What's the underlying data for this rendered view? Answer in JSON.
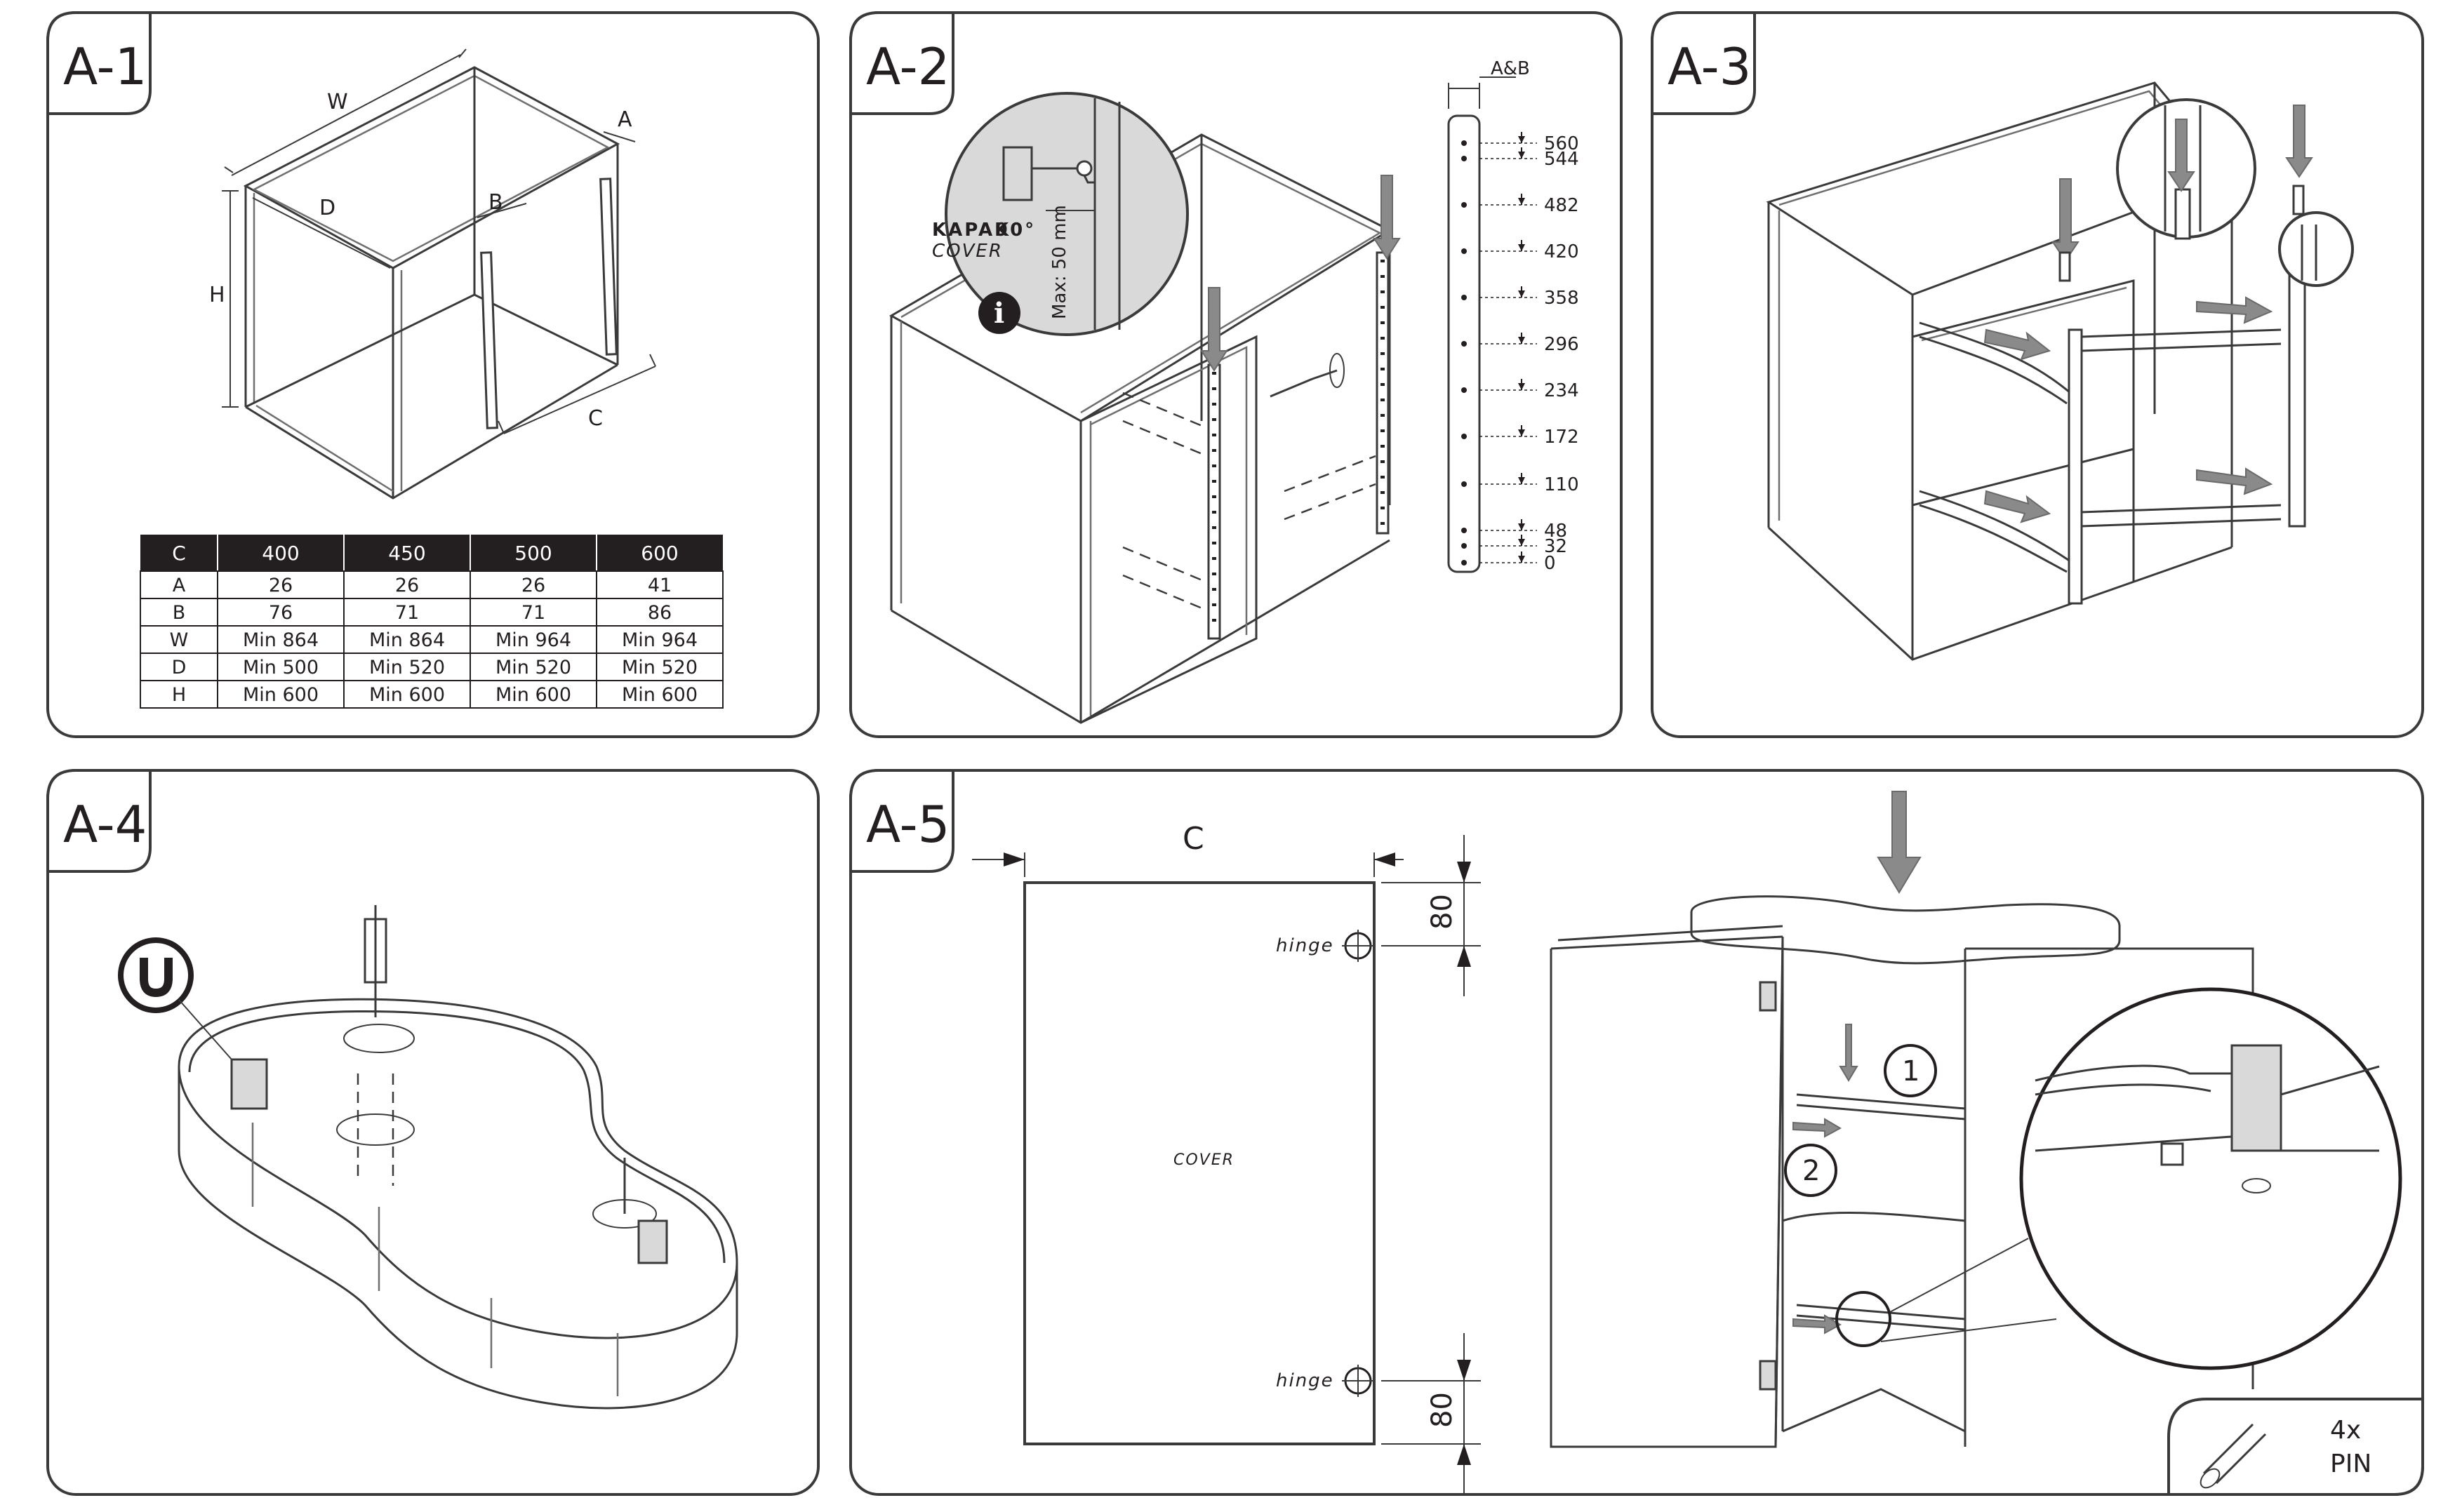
{
  "panels": [
    {
      "id": "A-1",
      "badge": "A-1"
    },
    {
      "id": "A-2",
      "badge": "A-2"
    },
    {
      "id": "A-3",
      "badge": "A-3"
    },
    {
      "id": "A-4",
      "badge": "A-4"
    },
    {
      "id": "A-5",
      "badge": "A-5"
    }
  ],
  "a1": {
    "dimension_letters": {
      "W": "W",
      "D": "D",
      "H": "H",
      "A": "A",
      "B": "B",
      "C": "C"
    },
    "table": {
      "header": [
        "C",
        "400",
        "450",
        "500",
        "600"
      ],
      "rows": [
        [
          "A",
          "26",
          "26",
          "26",
          "41"
        ],
        [
          "B",
          "76",
          "71",
          "71",
          "86"
        ],
        [
          "W",
          "Min 864",
          "Min 864",
          "Min 964",
          "Min 964"
        ],
        [
          "D",
          "Min 500",
          "Min 520",
          "Min 520",
          "Min 520"
        ],
        [
          "H",
          "Min 600",
          "Min 600",
          "Min 600",
          "Min 600"
        ]
      ]
    }
  },
  "a2": {
    "hinge_callout": {
      "kapak": "KAPAK",
      "angle": "90°",
      "cover": "COVER",
      "max": "Max: 50 mm",
      "info": "i"
    },
    "scale_label": "A&B",
    "scale_marks": [
      "560",
      "544",
      "482",
      "420",
      "358",
      "296",
      "234",
      "172",
      "110",
      "48",
      "32",
      "0"
    ]
  },
  "a5": {
    "width_label": "C",
    "top_offset": "80",
    "bottom_offset": "80",
    "hinge_top": "hinge",
    "hinge_bottom": "hinge",
    "cover_label": "COVER",
    "step1": "1",
    "step2": "2",
    "pin_qty": "4x",
    "pin_label": "PIN"
  }
}
